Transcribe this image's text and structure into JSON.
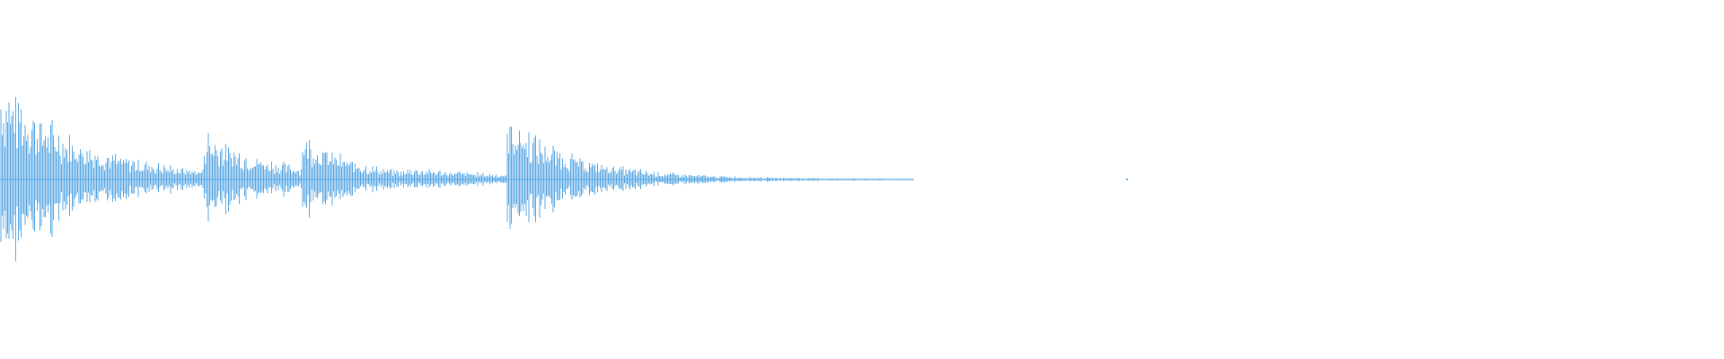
{
  "waveform": {
    "color": "#5aa8e4",
    "background": "#ffffff",
    "duration_fraction_with_audio": 0.53,
    "onsets": [
      {
        "at": 0.0,
        "peak": 1.0,
        "decay": 0.045,
        "sustain": 0.12
      },
      {
        "at": 0.118,
        "peak": 0.5,
        "decay": 0.035,
        "sustain": 0.12
      },
      {
        "at": 0.175,
        "peak": 0.56,
        "decay": 0.028,
        "sustain": 0.1
      },
      {
        "at": 0.236,
        "peak": 0.1,
        "decay": 0.06,
        "sustain": 0.08
      },
      {
        "at": 0.294,
        "peak": 1.0,
        "decay": 0.035,
        "sustain": 0.14
      },
      {
        "at": 0.353,
        "peak": 0.22,
        "decay": 0.03,
        "sustain": 0.08
      }
    ]
  }
}
